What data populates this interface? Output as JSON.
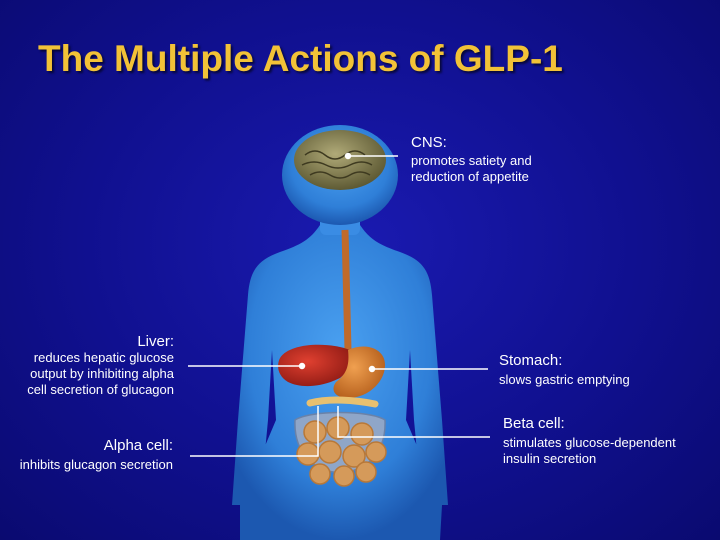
{
  "title": "The Multiple Actions of GLP-1",
  "annotations": {
    "cns": {
      "name": "CNS",
      "colon": ":",
      "desc": [
        "promotes satiety and",
        "reduction of appetite"
      ]
    },
    "liver": {
      "name": "Liver",
      "colon": ":",
      "desc": [
        "reduces hepatic glucose",
        "output by inhibiting alpha",
        "cell secretion of glucagon"
      ]
    },
    "stomach": {
      "name": "Stomach",
      "colon": ":",
      "desc": [
        "slows gastric emptying"
      ]
    },
    "beta": {
      "name": "Beta cell",
      "colon": ":",
      "desc": [
        "stimulates glucose-dependent",
        "insulin secretion"
      ]
    },
    "alpha": {
      "name": "Alpha cell",
      "colon": ":",
      "desc": [
        "inhibits glucagon secretion"
      ]
    }
  },
  "colors": {
    "background": "#10108f",
    "title": "#f2c237",
    "body": "#2f86e0",
    "brain": "#8a8a5a",
    "liver": "#b8261c",
    "stomach": "#d77a2a",
    "intestine": "#d59a5a",
    "label_text": "#ffffff"
  }
}
